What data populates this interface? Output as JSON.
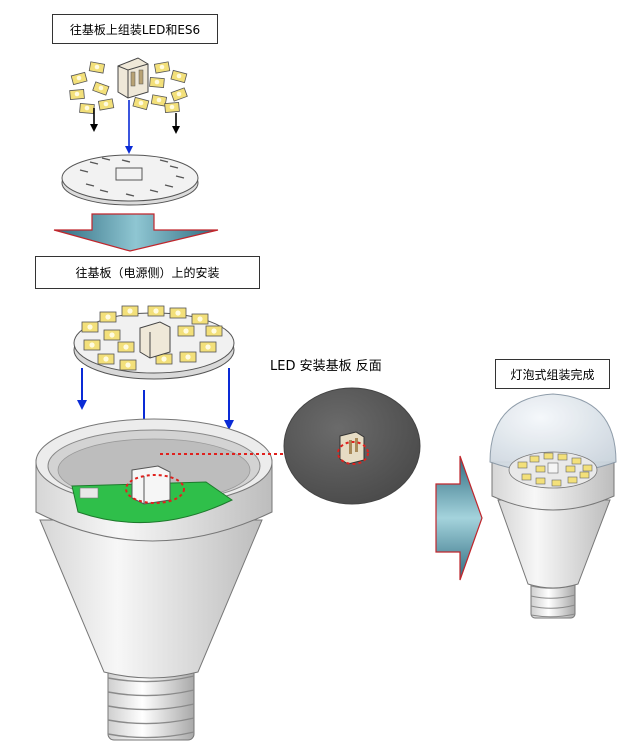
{
  "steps": {
    "step1_label": "往基板上组装LED和ES6",
    "step2_label": "往基板（电源侧）上的安装",
    "rear_label": "LED 安装基板  反面",
    "done_label": "灯泡式组装完成"
  },
  "colors": {
    "arrow_blue": "#0a2bd6",
    "arrow_black": "#000000",
    "big_arrow_fill": "#4f8ea0",
    "big_arrow_edge": "#c0262c",
    "pcb_green": "#2fbf4a",
    "dotted_red": "#e0211d",
    "board_gray": "#5e5e5e",
    "led_yellow": "#f3e07a"
  }
}
